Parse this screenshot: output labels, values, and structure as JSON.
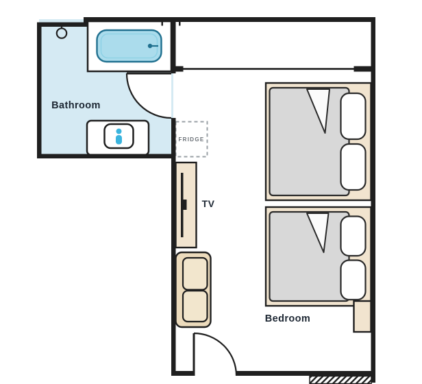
{
  "labels": {
    "bathroom": "Bathroom",
    "bedroom": "Bedroom",
    "tv": "TV",
    "fridge": "FRIDGE"
  },
  "colors": {
    "wall": "#1f1f1f",
    "bathroom_floor": "#d5eaf3",
    "tub_fill": "#abdcec",
    "tub_stroke": "#20708f",
    "tub_inner_stroke": "#8fd2e6",
    "fixture_blue": "#3ab4de",
    "furniture_cream": "#f1e4cf",
    "sofa_base": "#ecdbbc",
    "sofa_cushion": "#f2e6cd",
    "mattress_gray": "#d8d8d8",
    "pillow_white": "#ffffff",
    "label_text": "#1d2733",
    "fridge_text": "#6a7076",
    "fridge_border": "#9aa0a6"
  },
  "icons": {
    "bathtub-icon": "rounded-rect tub with drain dot and spout line",
    "sink-icon": "circle with faucet stem",
    "toilet-icon": "nested rounded rects with blue flush glyph",
    "tv-icon": "thin wall-mounted panel bar",
    "sofa-icon": "rounded base with two cushions",
    "bed-icon": "cream frame, grey mattress, two pillows, folded blanket corner",
    "door-swing-icon": "quarter-circle arc with door leaf",
    "window-hatch-icon": "diagonal hatched strip"
  }
}
